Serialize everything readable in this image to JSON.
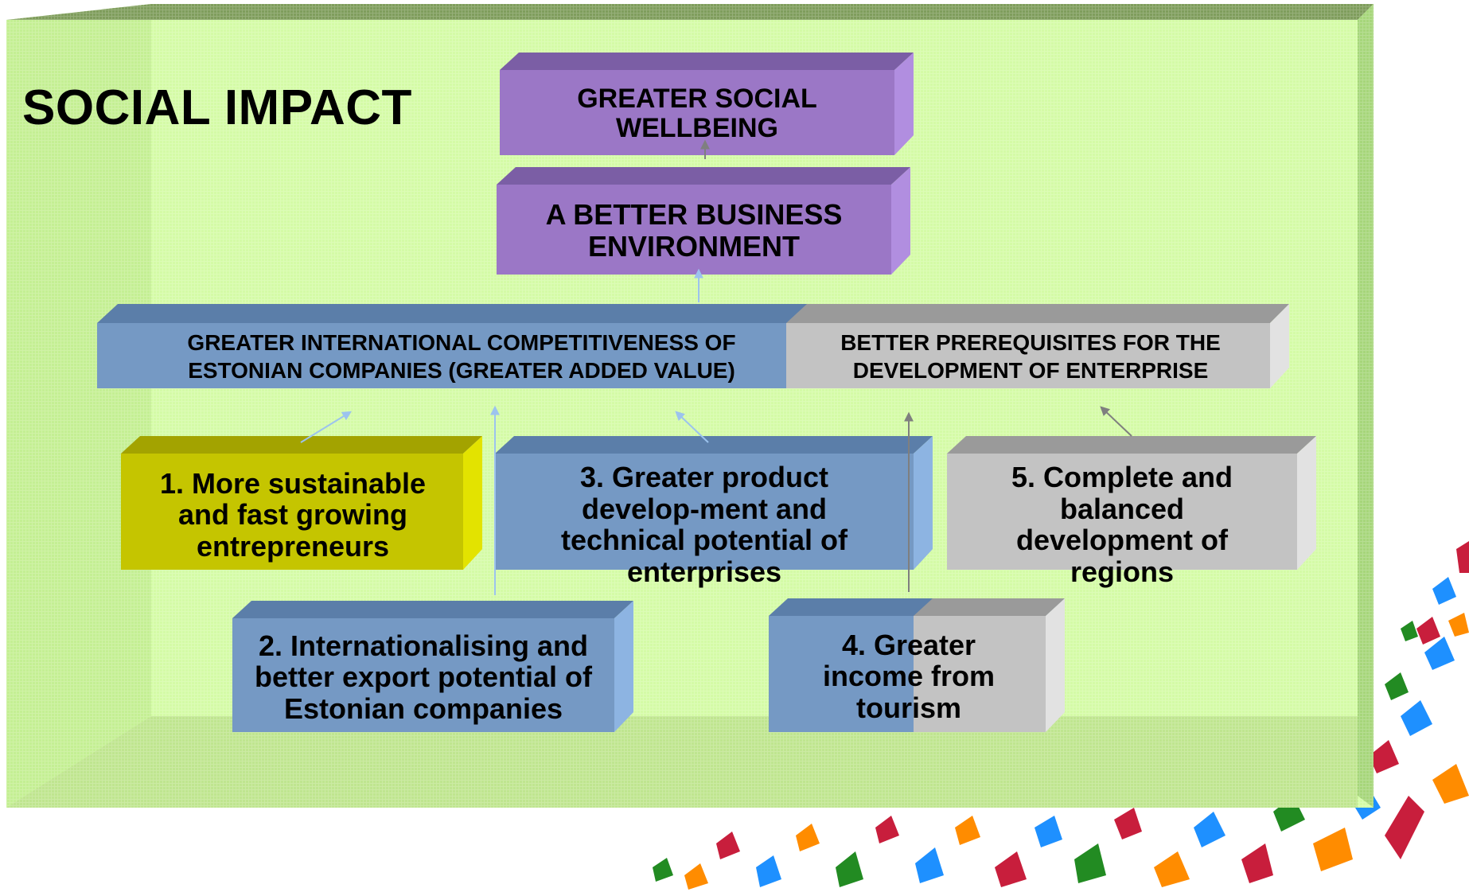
{
  "title": "SOCIAL IMPACT",
  "colors": {
    "room_back": "#d4fba6",
    "room_top": "#7f9d5c",
    "room_floor": "#bfe58f",
    "room_left_wall": "#c4ef93",
    "room_right_wall": "#a6d67a",
    "purple": "#9b77c6",
    "blue": "#7599c4",
    "gray": "#c3c3c3",
    "yellow": "#c5c500"
  },
  "nodes": {
    "wellbeing": "GREATER SOCIAL WELLBEING",
    "business_env": "A BETTER BUSINESS ENVIRONMENT",
    "competitiveness": "GREATER INTERNATIONAL COMPETITIVENESS OF ESTONIAN COMPANIES (GREATER ADDED VALUE)",
    "prerequisites": "BETTER PREREQUISITES FOR THE DEVELOPMENT OF ENTERPRISE",
    "goal1": "1. More sustainable and fast growing entrepreneurs",
    "goal2": "2. Internationalising and better export potential of Estonian companies",
    "goal3": "3. Greater product develop-ment and technical potential of enterprises",
    "goal4": "4. Greater income from tourism",
    "goal5": "5. Complete and balanced development of regions"
  }
}
